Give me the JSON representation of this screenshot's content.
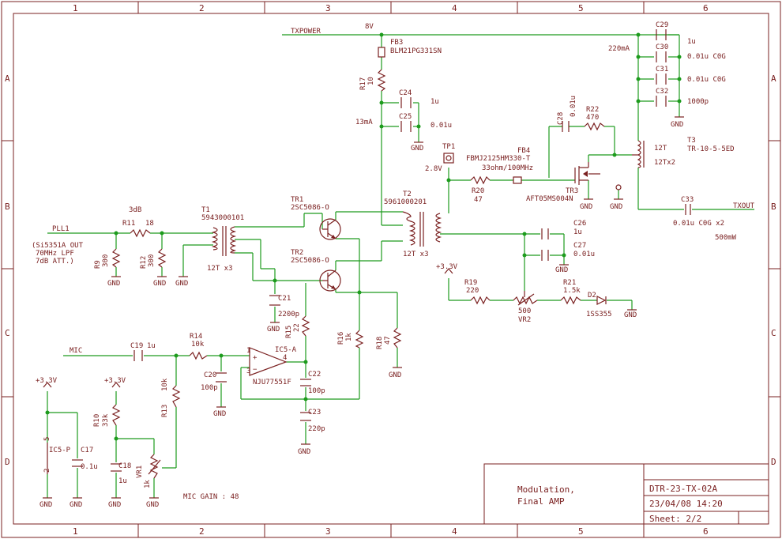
{
  "frame": {
    "columns": [
      "1",
      "2",
      "3",
      "4",
      "5",
      "6"
    ],
    "rows": [
      "A",
      "B",
      "C",
      "D"
    ]
  },
  "title_block": {
    "title_line1": "Modulation,",
    "title_line2": "Final AMP",
    "doc_number": "DTR-23-TX-02A",
    "date": "23/04/08 14:20",
    "sheet": "Sheet: 2/2"
  },
  "nets": {
    "txpower": "TXPOWER",
    "v8": "8V",
    "pll1": "PLL1",
    "mic": "MIC",
    "txout": "TXOUT",
    "v33_a": "+3.3V",
    "v33_b": "+3.3V",
    "v33_c": "+3.3V",
    "tp1": "TP1",
    "tp1_v": "2.8V"
  },
  "currents": {
    "i220": "220mA",
    "i13": "13mA",
    "p500": "500mW"
  },
  "notes": {
    "att": "3dB",
    "pll_note1": "(Si5351A OUT",
    "pll_note2": "70MHz LPF",
    "pll_note3": "7dB ATT.)",
    "mic_gain": "MIC GAIN : 48",
    "t1_turns": "12T x3",
    "t2_turns": "12T x3",
    "t3_turns_a": "12T",
    "t3_turns_b": "12Tx2"
  },
  "parts": {
    "fb3": "FB3",
    "fb3_v": "BLM21PG331SN",
    "r17": "R17",
    "r17_v": "10",
    "c24": "C24",
    "c24_v": "1u",
    "c25": "C25",
    "c25_v": "0.01u",
    "c29": "C29",
    "c29_v": "1u",
    "c30": "C30",
    "c30_v": "0.01u C0G",
    "c31": "C31",
    "c31_v": "0.01u C0G",
    "c32": "C32",
    "c32_v": "1000p",
    "c28": "C28",
    "c28_v": "0.01u",
    "r22": "R22",
    "r22_v": "470",
    "fb4": "FB4",
    "fb4_v1": "FBMJ2125HM330-T",
    "fb4_v2": "33ohm/100MHz",
    "r20": "R20",
    "r20_v": "47",
    "tr3": "TR3",
    "tr3_v": "AFT05MS004N",
    "t3": "T3",
    "t3_v": "TR-10-5-5ED",
    "c33": "C33",
    "c33_v": "0.01u C0G x2",
    "tr1": "TR1",
    "tr1_v": "2SC5086-O",
    "tr2": "TR2",
    "tr2_v": "2SC5086-O",
    "t1": "T1",
    "t1_v": "5943000101",
    "t2": "T2",
    "t2_v": "5961000201",
    "r11": "R11",
    "r11_v": "18",
    "r9": "R9",
    "r9_v": "300",
    "r12": "R12",
    "r12_v": "300",
    "c26": "C26",
    "c26_v": "1u",
    "c27": "C27",
    "c27_v": "0.01u",
    "r19": "R19",
    "r19_v": "220",
    "vr2": "VR2",
    "vr2_v": "500",
    "r21": "R21",
    "r21_v": "1.5k",
    "d2": "D2",
    "d2_v": "1SS355",
    "c21": "C21",
    "c21_v": "2200p",
    "r15": "R15",
    "r15_v": "22",
    "r16": "R16",
    "r16_v": "1k",
    "r18": "R18",
    "r18_v": "47",
    "c19": "C19",
    "c19_v": "1u",
    "r14": "R14",
    "r14_v": "10k",
    "c20": "C20",
    "c20_v": "100p",
    "ic5a": "IC5-A",
    "ic5a_v": "NJU77551F",
    "c22": "C22",
    "c22_v": "100p",
    "c23": "C23",
    "c23_v": "220p",
    "r13": "R13",
    "r13_v": "10k",
    "r10": "R10",
    "r10_v": "33k",
    "c18": "C18",
    "c18_v": "1u",
    "vr1": "VR1",
    "vr1_v": "1k",
    "ic5p": "IC5-P",
    "c17": "C17",
    "c17_v": "0.1u"
  },
  "pins": {
    "p5": "5",
    "p2": "2",
    "p1": "1",
    "p3": "3",
    "p4": "4"
  },
  "gnd": "GND"
}
